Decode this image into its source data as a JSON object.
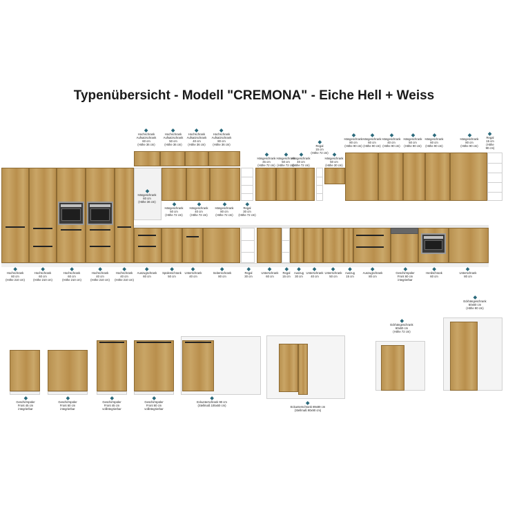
{
  "title": "Typenübersicht - Modell \"CREMONA\" - Eiche Hell + Weiss",
  "colors": {
    "oak": "#c29c5c",
    "white": "#f2f2f2",
    "accent": "#2b6a7c"
  },
  "labels": [
    {
      "id": "hoch-aufsatz-60",
      "lines": [
        "Hochschrank",
        "Aufsatzschrank",
        "60 cm",
        "(Höhe 36 cm)"
      ]
    },
    {
      "id": "hoch-aufsatz-50",
      "lines": [
        "Hochschrank",
        "Aufsatzschrank",
        "50 cm",
        "(Höhe 36 cm)"
      ]
    },
    {
      "id": "hoch-aufsatz-40",
      "lines": [
        "Hochschrank",
        "Aufsatzschrank",
        "40 cm",
        "(Höhe 36 cm)"
      ]
    },
    {
      "id": "hoch-aufsatz-80",
      "lines": [
        "Hochschrank",
        "Aufsatzschrank",
        "80 cm",
        "(Höhe 36 cm)"
      ]
    },
    {
      "id": "regal-15-top",
      "lines": [
        "Regal",
        "15 cm",
        "(Höhe 72 cm)"
      ]
    },
    {
      "id": "haenge-45",
      "lines": [
        "Hängeschrank",
        "45 cm",
        "(Höhe 72 cm)"
      ]
    },
    {
      "id": "haenge-50-a",
      "lines": [
        "Hängeschrank",
        "50 cm",
        "(Höhe 72 cm)"
      ]
    },
    {
      "id": "haenge-40-a",
      "lines": [
        "Hängeschrank",
        "40 cm",
        "(Höhe 72 cm)"
      ]
    },
    {
      "id": "haenge-50-b",
      "lines": [
        "Hängeschrank",
        "50 cm",
        "(Höhe 30 cm)"
      ]
    },
    {
      "id": "haenge-80-90-a",
      "lines": [
        "Hängeschrank",
        "80 cm",
        "(Höhe 90 cm)"
      ]
    },
    {
      "id": "haenge-60-90",
      "lines": [
        "Hängeschrank",
        "60 cm",
        "(Höhe 90 cm)"
      ]
    },
    {
      "id": "haenge-40-90",
      "lines": [
        "Hängeschrank",
        "40 cm",
        "(Höhe 90 cm)"
      ]
    },
    {
      "id": "haenge-50-90",
      "lines": [
        "Hängeschrank",
        "50 cm",
        "(Höhe 90 cm)"
      ]
    },
    {
      "id": "haenge-60-90-b",
      "lines": [
        "Hängeschrank",
        "60 cm",
        "(Höhe 90 cm)"
      ]
    },
    {
      "id": "haenge-80-90-b",
      "lines": [
        "Hängeschrank",
        "80 cm",
        "(Höhe 90 cm)"
      ]
    },
    {
      "id": "regal-15-90",
      "lines": [
        "Regal",
        "15 cm",
        "(Höhe",
        "90 cm)"
      ]
    },
    {
      "id": "haenge-60-36",
      "lines": [
        "Hängeschrank",
        "60 cm",
        "(Höhe 36 cm)"
      ]
    },
    {
      "id": "haenge-50-72",
      "lines": [
        "Hängeschrank",
        "50 cm",
        "(Höhe 72 cm)"
      ]
    },
    {
      "id": "haenge-40-72",
      "lines": [
        "Hängeschrank",
        "40 cm",
        "(Höhe 72 cm)"
      ]
    },
    {
      "id": "haenge-80-72",
      "lines": [
        "Hängeschrank",
        "80 cm",
        "(Höhe 72 cm)"
      ]
    },
    {
      "id": "regal-30-72",
      "lines": [
        "Regal",
        "30 cm",
        "(Höhe 72 cm)"
      ]
    },
    {
      "id": "hoch-60-210-a",
      "lines": [
        "Hochschrank",
        "60 cm",
        "(Höhe 210 cm)"
      ]
    },
    {
      "id": "hoch-60-210-b",
      "lines": [
        "Hochschrank",
        "60 cm",
        "(Höhe 210 cm)"
      ]
    },
    {
      "id": "hoch-60-210-c",
      "lines": [
        "Hochschrank",
        "60 cm",
        "(Höhe 210 cm)"
      ]
    },
    {
      "id": "hoch-40-210",
      "lines": [
        "Hochschrank",
        "40 cm",
        "(Höhe 210 cm)"
      ]
    },
    {
      "id": "hoch-40-210-b",
      "lines": [
        "Hochschrank",
        "40 cm",
        "(Höhe 210 cm)"
      ]
    },
    {
      "id": "auszug-60",
      "lines": [
        "Auszugschrank",
        "60 cm"
      ]
    },
    {
      "id": "spuel-50",
      "lines": [
        "Spülenschrank",
        "50 cm"
      ]
    },
    {
      "id": "unter-40-a",
      "lines": [
        "Unterschrank",
        "40 cm"
      ]
    },
    {
      "id": "seiten-80",
      "lines": [
        "Seitenschrank",
        "80 cm"
      ]
    },
    {
      "id": "regal-30",
      "lines": [
        "Regal",
        "30 cm"
      ]
    },
    {
      "id": "unter-60-a",
      "lines": [
        "Unterschrank",
        "60 cm"
      ]
    },
    {
      "id": "regal-15",
      "lines": [
        "Regal",
        "15 cm"
      ]
    },
    {
      "id": "auszug-30",
      "lines": [
        "Auszug",
        "30 cm"
      ]
    },
    {
      "id": "unter-40-b",
      "lines": [
        "Unterschrank",
        "40 cm"
      ]
    },
    {
      "id": "unter-50",
      "lines": [
        "Unterschrank",
        "50 cm"
      ]
    },
    {
      "id": "auszug-15",
      "lines": [
        "Auszug",
        "15 cm"
      ]
    },
    {
      "id": "auszug-80",
      "lines": [
        "Auszugschrank",
        "80 cm"
      ]
    },
    {
      "id": "geschirr-60-int",
      "lines": [
        "Geschirrspüler",
        "Front 60 cm",
        "integrierbar"
      ]
    },
    {
      "id": "herd-60",
      "lines": [
        "Herdschrank",
        "60 cm"
      ]
    },
    {
      "id": "unter-80",
      "lines": [
        "Unterschrank",
        "80 cm"
      ]
    },
    {
      "id": "gs-45-int",
      "lines": [
        "Geschirrspüler",
        "Front 45 cm",
        "integrierbar"
      ]
    },
    {
      "id": "gs-60-int",
      "lines": [
        "Geschirrspüler",
        "Front 60 cm",
        "integrierbar"
      ]
    },
    {
      "id": "gs-45-voll",
      "lines": [
        "Geschirrspüler",
        "Front 45 cm",
        "vollintegrierbar"
      ]
    },
    {
      "id": "gs-60-voll",
      "lines": [
        "Geschirrspüler",
        "Front 60 cm",
        "vollintegrierbar"
      ]
    },
    {
      "id": "eck-90",
      "lines": [
        "Eckunterschrank 90 cm",
        "(Stellmaß 105x60 cm)"
      ]
    },
    {
      "id": "eck-89",
      "lines": [
        "Eckunterschrank 89x89 cm",
        "(Stellmaß 90x90 cm)"
      ]
    },
    {
      "id": "eckhaenge-60-72",
      "lines": [
        "Eckhängeschrank",
        "60x60 cm",
        "(Höhe 72 cm)"
      ]
    },
    {
      "id": "eckhaenge-60-90",
      "lines": [
        "Eckhängeschrank",
        "60x60 cm",
        "(Höhe 90 cm)"
      ]
    }
  ]
}
